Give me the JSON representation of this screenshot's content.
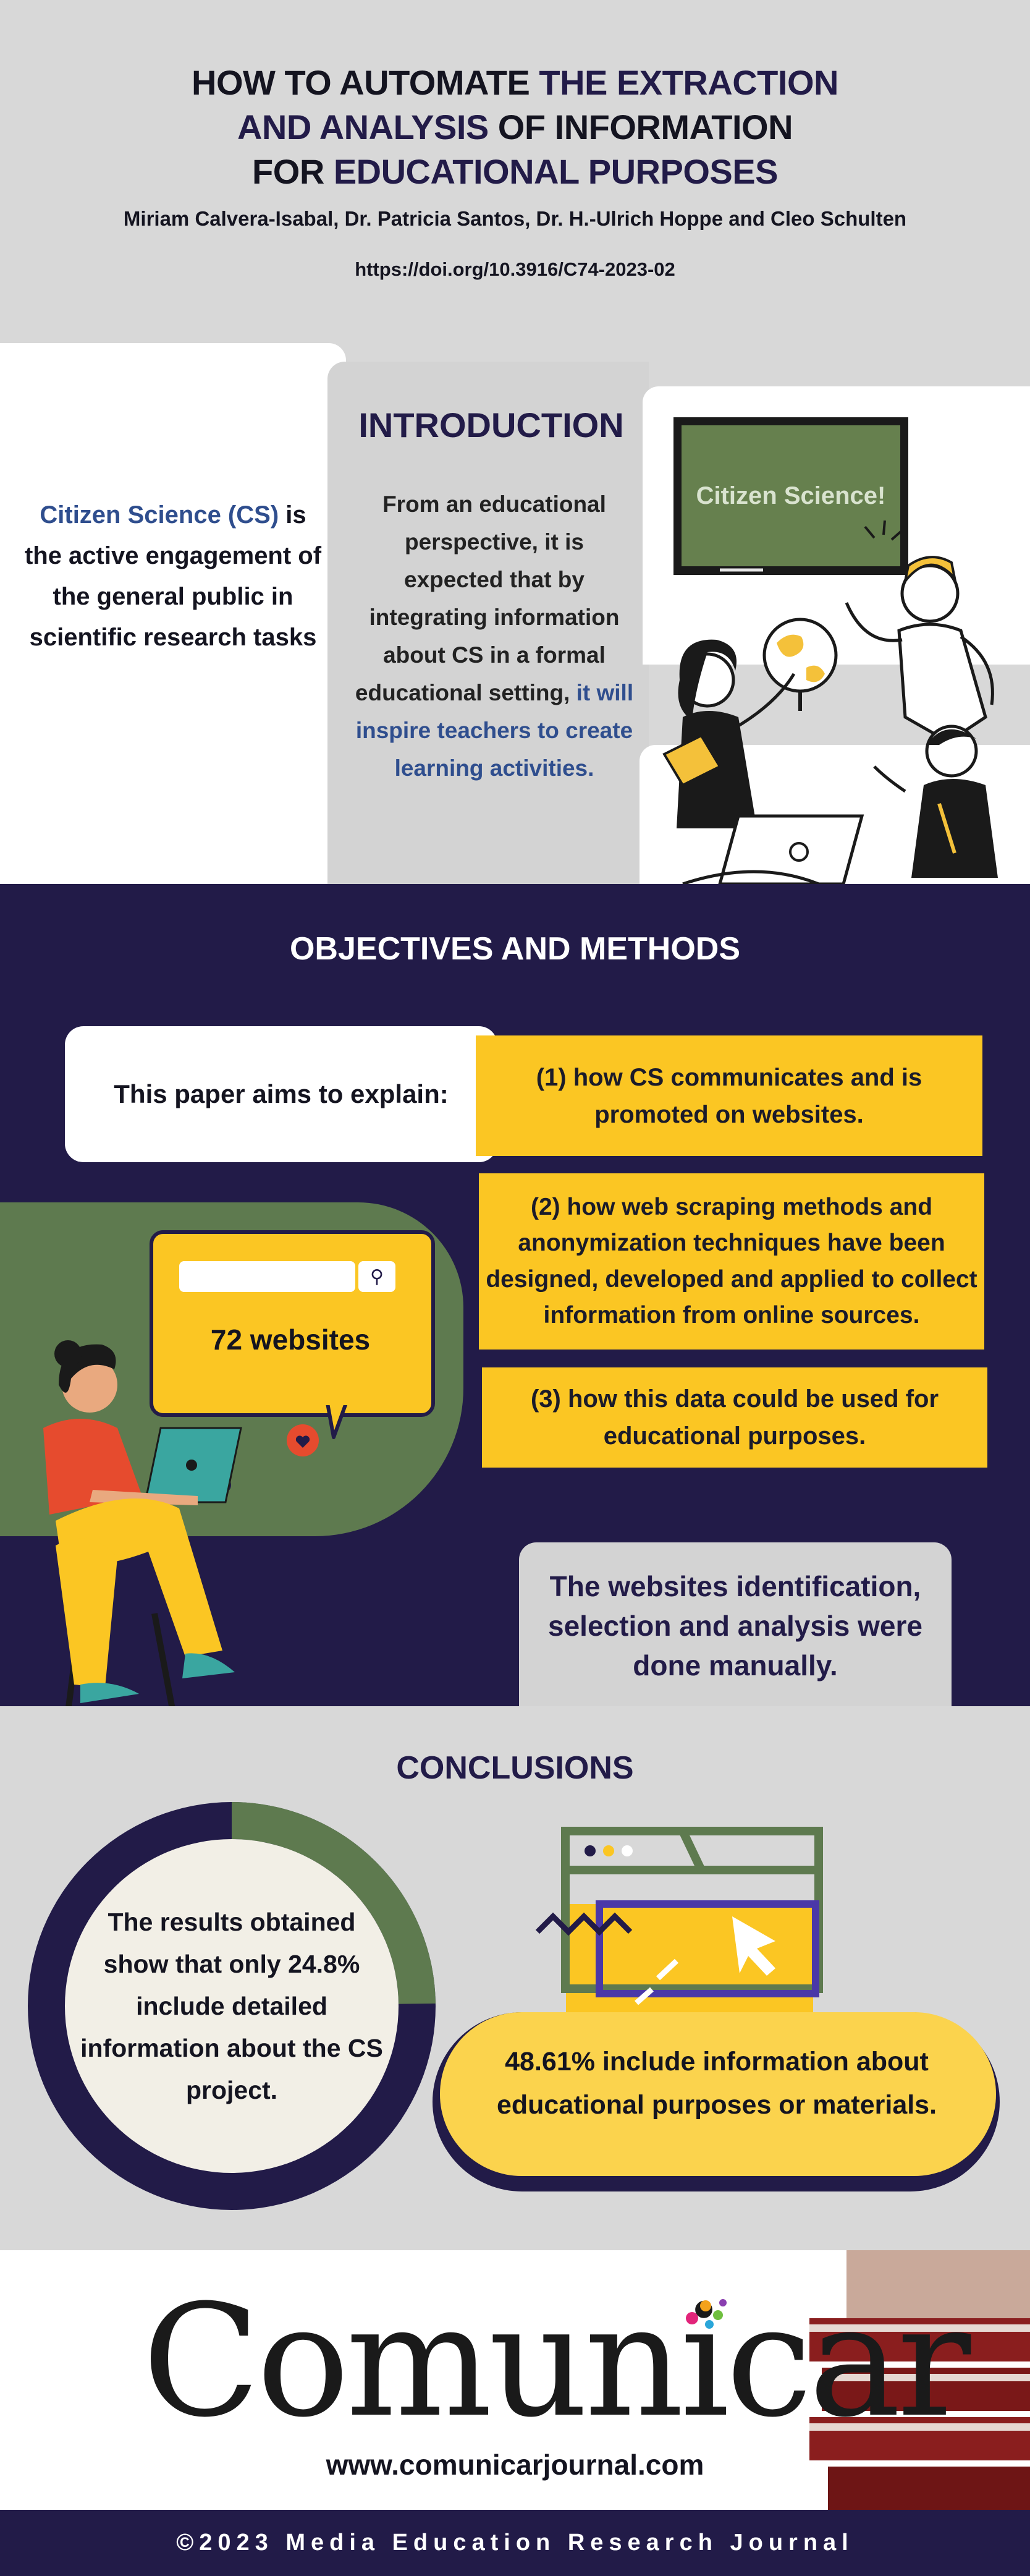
{
  "header": {
    "title": {
      "line1_dark": "HOW TO AUTOMATE ",
      "line1_accent": "THE EXTRACTION",
      "line2_accent": "AND ANALYSIS",
      "line2_dark": " OF INFORMATION",
      "line3_dark": "FOR ",
      "line3_accent": "EDUCATIONAL PURPOSES"
    },
    "authors": "Miriam Calvera-Isabal, Dr. Patricia Santos, Dr. H.-Ulrich Hoppe and Cleo Schulten",
    "doi": "https://doi.org/10.3916/C74-2023-02"
  },
  "intro": {
    "definition_term": "Citizen Science (CS)",
    "definition_rest": " is the active engagement of the general public in scientific research tasks",
    "title": "INTRODUCTION",
    "text_plain": "From an educational perspective, it is expected that by integrating information about CS in a formal educational setting, ",
    "text_accent": "it will inspire teachers to create learning activities.",
    "chalkboard_text": "Citizen Science!"
  },
  "objectives": {
    "title": "OBJECTIVES AND METHODS",
    "aim": "This paper aims to explain:",
    "items": [
      "(1) how CS communicates and is promoted on websites.",
      "(2) how web scraping methods and anonymization techniques have been designed, developed and applied to collect information from online sources.",
      "(3) how this data could be used for educational purposes."
    ],
    "websites_count": "72 websites",
    "manual_note": "The websites identification, selection and analysis were done manually."
  },
  "conclusions": {
    "title": "CONCLUSIONS",
    "result1": "The results obtained show that only 24.8% include detailed information about the CS project.",
    "result1_fraction": 0.248,
    "result2": "48.61% include information about educational purposes or materials."
  },
  "footer": {
    "brand": "Comunicar",
    "website": "www.comunicarjournal.com",
    "copyright": "©2023 Media Education Research Journal"
  },
  "colors": {
    "navy": "#221b48",
    "yellow": "#fbc623",
    "green": "#5e7a4f",
    "accent_blue": "#2f4e8e",
    "background_gray": "#d8d8d8"
  }
}
